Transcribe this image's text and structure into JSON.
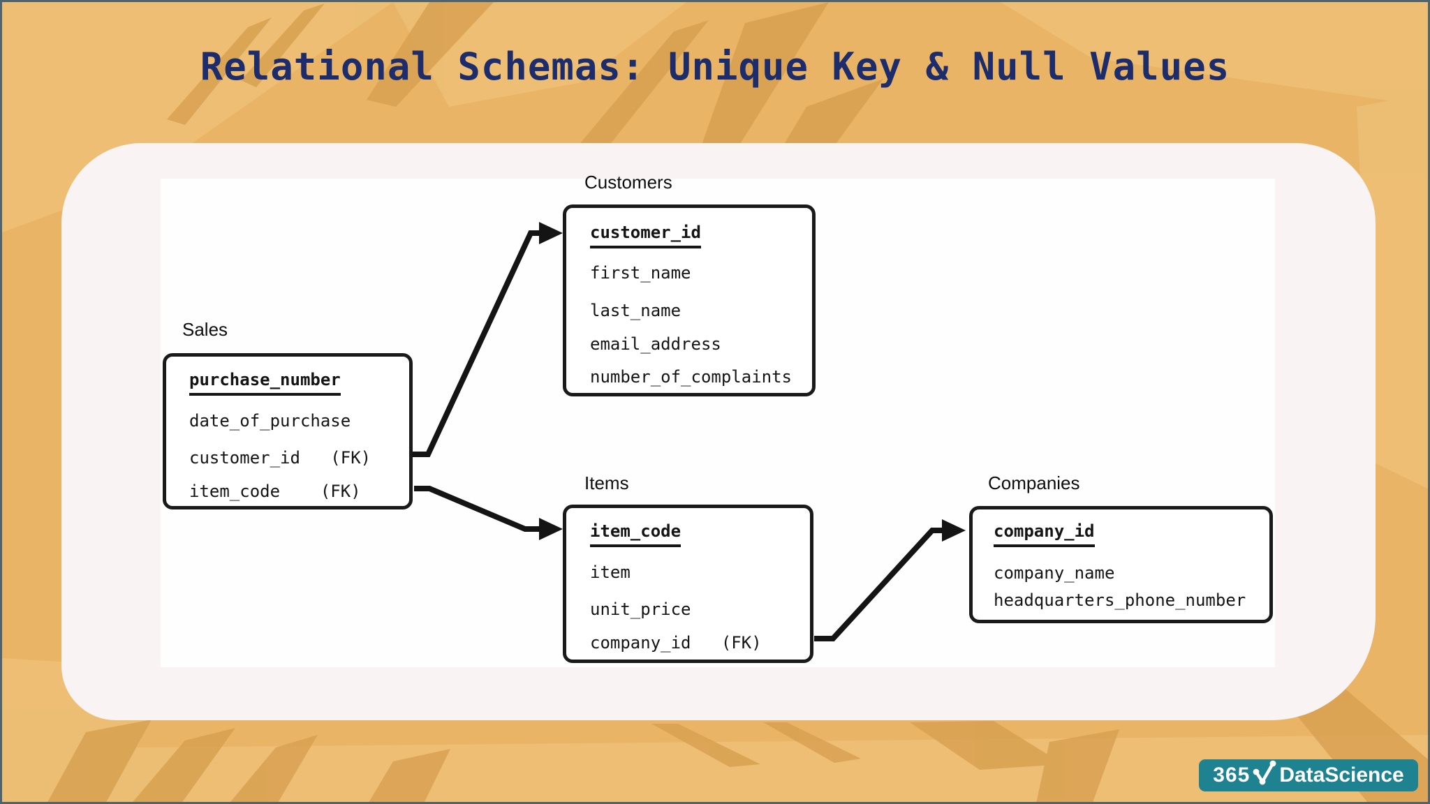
{
  "title": "Relational Schemas: Unique Key & Null Values",
  "colors": {
    "background_tan": "#e9b466",
    "texture_light": "#f0c77e",
    "texture_dark": "#d79f50",
    "title_navy": "#1d2d6b",
    "panel_white": "#f9f3f3",
    "diagram_white": "#fffefe",
    "box_border_black": "#1a1a1a",
    "logo_teal": "#1e8290",
    "frame_border": "#4d6370"
  },
  "diagram": {
    "tables": [
      {
        "name": "Sales",
        "fields": [
          {
            "label": "purchase_number",
            "key": "primary"
          },
          {
            "label": "date_of_purchase",
            "key": "none"
          },
          {
            "label": "customer_id   (FK)",
            "key": "foreign"
          },
          {
            "label": "item_code    (FK)",
            "key": "foreign"
          }
        ]
      },
      {
        "name": "Customers",
        "fields": [
          {
            "label": "customer_id",
            "key": "primary"
          },
          {
            "label": "first_name",
            "key": "none"
          },
          {
            "label": "last_name",
            "key": "none"
          },
          {
            "label": "email_address",
            "key": "none"
          },
          {
            "label": "number_of_complaints",
            "key": "none"
          }
        ]
      },
      {
        "name": "Items",
        "fields": [
          {
            "label": "item_code",
            "key": "primary"
          },
          {
            "label": "item",
            "key": "none"
          },
          {
            "label": "unit_price",
            "key": "none"
          },
          {
            "label": "company_id   (FK)",
            "key": "foreign"
          }
        ]
      },
      {
        "name": "Companies",
        "fields": [
          {
            "label": "company_id",
            "key": "primary"
          },
          {
            "label": "company_name",
            "key": "none"
          },
          {
            "label": "headquarters_phone_number",
            "key": "none"
          }
        ]
      }
    ],
    "relations": [
      {
        "from": "Sales.customer_id (FK)",
        "to": "Customers.customer_id"
      },
      {
        "from": "Sales.item_code (FK)",
        "to": "Items.item_code"
      },
      {
        "from": "Items.company_id (FK)",
        "to": "Companies.company_id"
      }
    ]
  },
  "logo": {
    "number": "365",
    "name": "DataScience",
    "icon": "check-molecule-icon"
  }
}
